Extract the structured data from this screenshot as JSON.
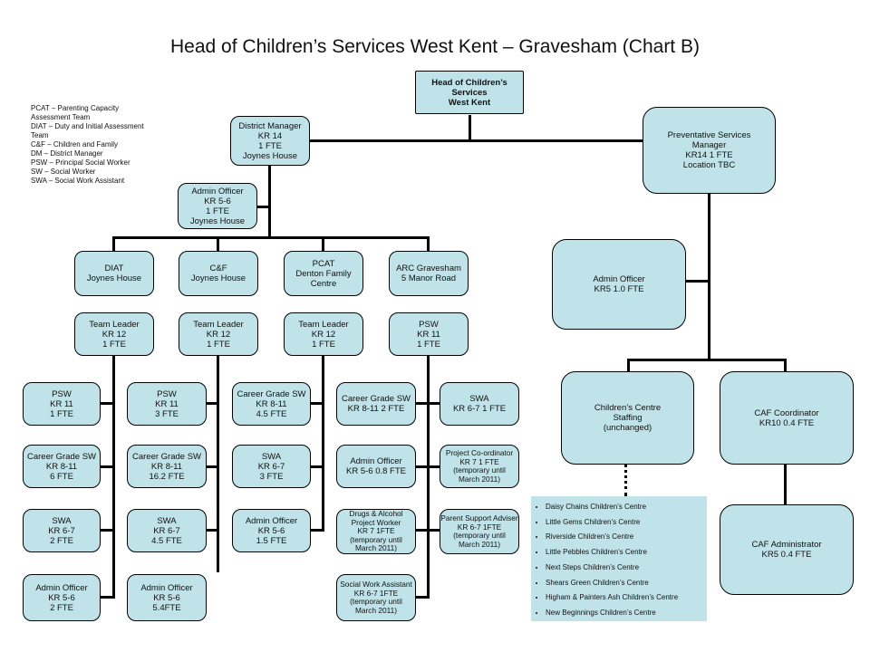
{
  "title": "Head of Children’s Services West Kent – Gravesham (Chart B)",
  "legend": [
    "PCAT – Parenting Capacity Assessment Team",
    "DIAT – Duty and Initial Assessment Team",
    "C&F – Children and Family",
    "DM – District Manager",
    "PSW – Principal Social Worker",
    "SW – Social Worker",
    "SWA – Social Work Assistant"
  ],
  "nodes": {
    "head": [
      "Head of Children’s",
      "Services",
      "West Kent"
    ],
    "district_manager": [
      "District Manager",
      "KR 14",
      "1 FTE",
      "Joynes House"
    ],
    "admin_dm": [
      "Admin Officer",
      "KR 5-6",
      "1 FTE",
      "Joynes House"
    ],
    "diat": [
      "DIAT",
      "Joynes House"
    ],
    "cf": [
      "C&F",
      "Joynes House"
    ],
    "pcat": [
      "PCAT",
      "Denton Family",
      "Centre"
    ],
    "arc": [
      "ARC Gravesham",
      "5 Manor Road"
    ],
    "diat_tl": [
      "Team Leader",
      "KR 12",
      "1 FTE"
    ],
    "cf_tl": [
      "Team Leader",
      "KR 12",
      "1 FTE"
    ],
    "pcat_tl": [
      "Team Leader",
      "KR 12",
      "1 FTE"
    ],
    "arc_psw": [
      "PSW",
      "KR 11",
      "1 FTE"
    ],
    "diat_psw": [
      "PSW",
      "KR 11",
      "1 FTE"
    ],
    "diat_cgsw": [
      "Career Grade SW",
      "KR 8-11",
      "6 FTE"
    ],
    "diat_swa": [
      "SWA",
      "KR 6-7",
      "2 FTE"
    ],
    "diat_admin": [
      "Admin Officer",
      "KR 5-6",
      "2 FTE"
    ],
    "cf_psw": [
      "PSW",
      "KR 11",
      "3 FTE"
    ],
    "cf_cgsw": [
      "Career Grade SW",
      "KR 8-11",
      "16.2 FTE"
    ],
    "cf_swa": [
      "SWA",
      "KR 6-7",
      "4.5 FTE"
    ],
    "cf_admin": [
      "Admin Officer",
      "KR 5-6",
      "5.4FTE"
    ],
    "pcat_cgsw": [
      "Career Grade SW",
      "KR 8-11",
      "4.5 FTE"
    ],
    "pcat_swa": [
      "SWA",
      "KR 6-7",
      "3 FTE"
    ],
    "pcat_admin": [
      "Admin Officer",
      "KR 5-6",
      "1.5 FTE"
    ],
    "arc_cgsw": [
      "Career Grade SW",
      "KR 8-11  2 FTE"
    ],
    "arc_admin": [
      "Admin Officer",
      "KR 5-6  0.8 FTE"
    ],
    "arc_drugs": [
      "Drugs & Alcohol",
      "Project Worker",
      "KR 7 1FTE",
      "(temporary until",
      "March 2011)"
    ],
    "arc_swasst": [
      "Social Work Assistant",
      "KR 6-7  1FTE",
      "(temporary until",
      "March 2011)"
    ],
    "arc_swa": [
      "SWA",
      "KR 6-7 1 FTE"
    ],
    "arc_project": [
      "Project  Co-ordinator",
      "KR 7 1 FTE",
      "(temporary until",
      "March 2011)"
    ],
    "arc_parent": [
      "Parent Support Adviser",
      "KR 6-7  1FTE",
      "(temporary until",
      "March 2011)"
    ],
    "psm": [
      "Preventative Services",
      "Manager",
      "KR14   1 FTE",
      "Location TBC"
    ],
    "psm_admin": [
      "Admin Officer",
      "KR5 1.0 FTE"
    ],
    "cc_staffing": [
      "Children’s Centre",
      "Staffing",
      "(unchanged)"
    ],
    "caf_coord": [
      "CAF Coordinator",
      "KR10 0.4 FTE"
    ],
    "caf_admin": [
      "CAF Administrator",
      "KR5 0.4 FTE"
    ]
  },
  "childrens_centres": [
    "Daisy Chains Children’s Centre",
    "Little Gems Children’s Centre",
    "Riverside Children’s Centre",
    "Little Pebbles Children’s Centre",
    "Next Steps Children’s Centre",
    "Shears Green Children’s Centre",
    "Higham & Painters Ash Children’s Centre",
    "New Beginnings Children’s Centre"
  ]
}
